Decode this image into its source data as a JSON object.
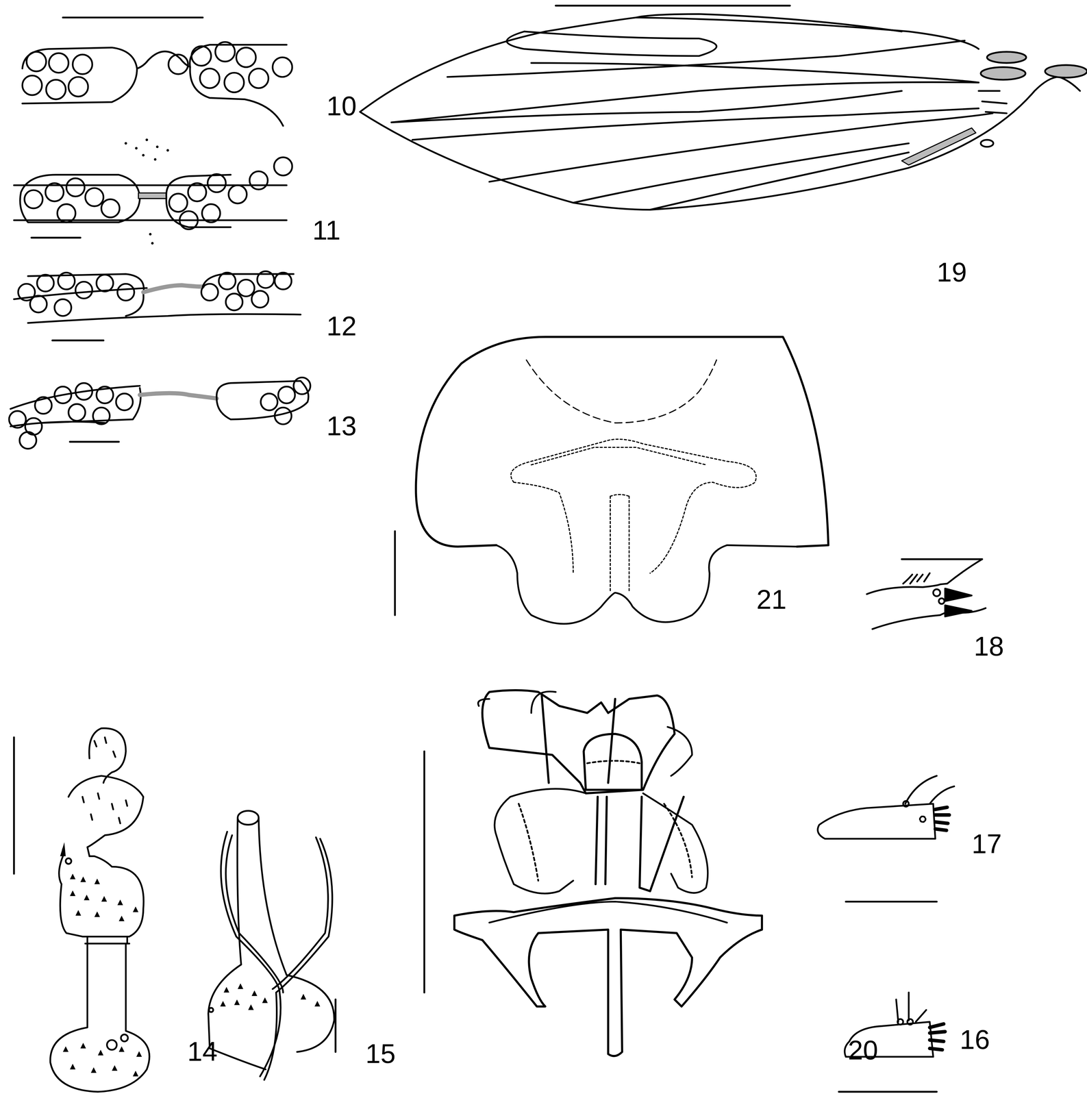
{
  "diagram": {
    "labels": [
      "10",
      "11",
      "12",
      "13",
      "14",
      "15",
      "16",
      "17",
      "18",
      "19",
      "20",
      "21"
    ]
  }
}
